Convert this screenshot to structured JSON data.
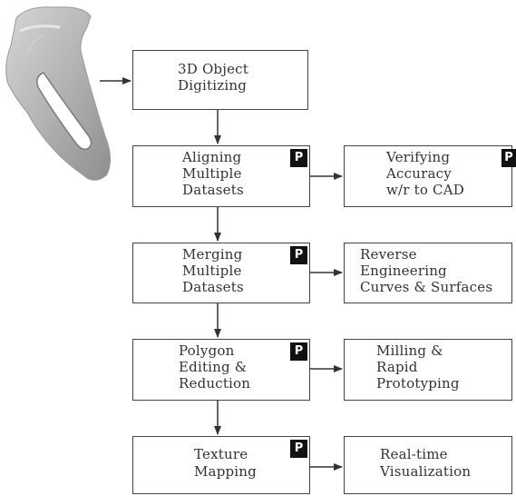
{
  "steps": {
    "digitizing": {
      "line1": "3D Object",
      "line2": "Digitizing"
    },
    "aligning": {
      "line1": "Aligning",
      "line2": "Multiple",
      "line3": "Datasets",
      "badge": "P"
    },
    "merging": {
      "line1": "Merging",
      "line2": "Multiple",
      "line3": "Datasets",
      "badge": "P"
    },
    "polygon": {
      "line1": "Polygon",
      "line2": "Editing &",
      "line3": "Reduction",
      "badge": "P"
    },
    "texture": {
      "line1": "Texture",
      "line2": "Mapping",
      "badge": "P"
    }
  },
  "outputs": {
    "verifying": {
      "line1": "Verifying",
      "line2": "Accuracy",
      "line3": "w/r to CAD",
      "badge": "P"
    },
    "reverse": {
      "line1": "Reverse",
      "line2": "Engineering",
      "line3": "Curves & Surfaces"
    },
    "milling": {
      "line1": "Milling &",
      "line2": "Rapid",
      "line3": "Prototyping"
    },
    "realtime": {
      "line1": "Real-time",
      "line2": "Visualization"
    }
  },
  "colors": {
    "line": "#333333",
    "badge_bg": "#111111",
    "part_fill": "#b9b9b9"
  },
  "icons": {
    "scanned_part": "3d-part-image"
  }
}
